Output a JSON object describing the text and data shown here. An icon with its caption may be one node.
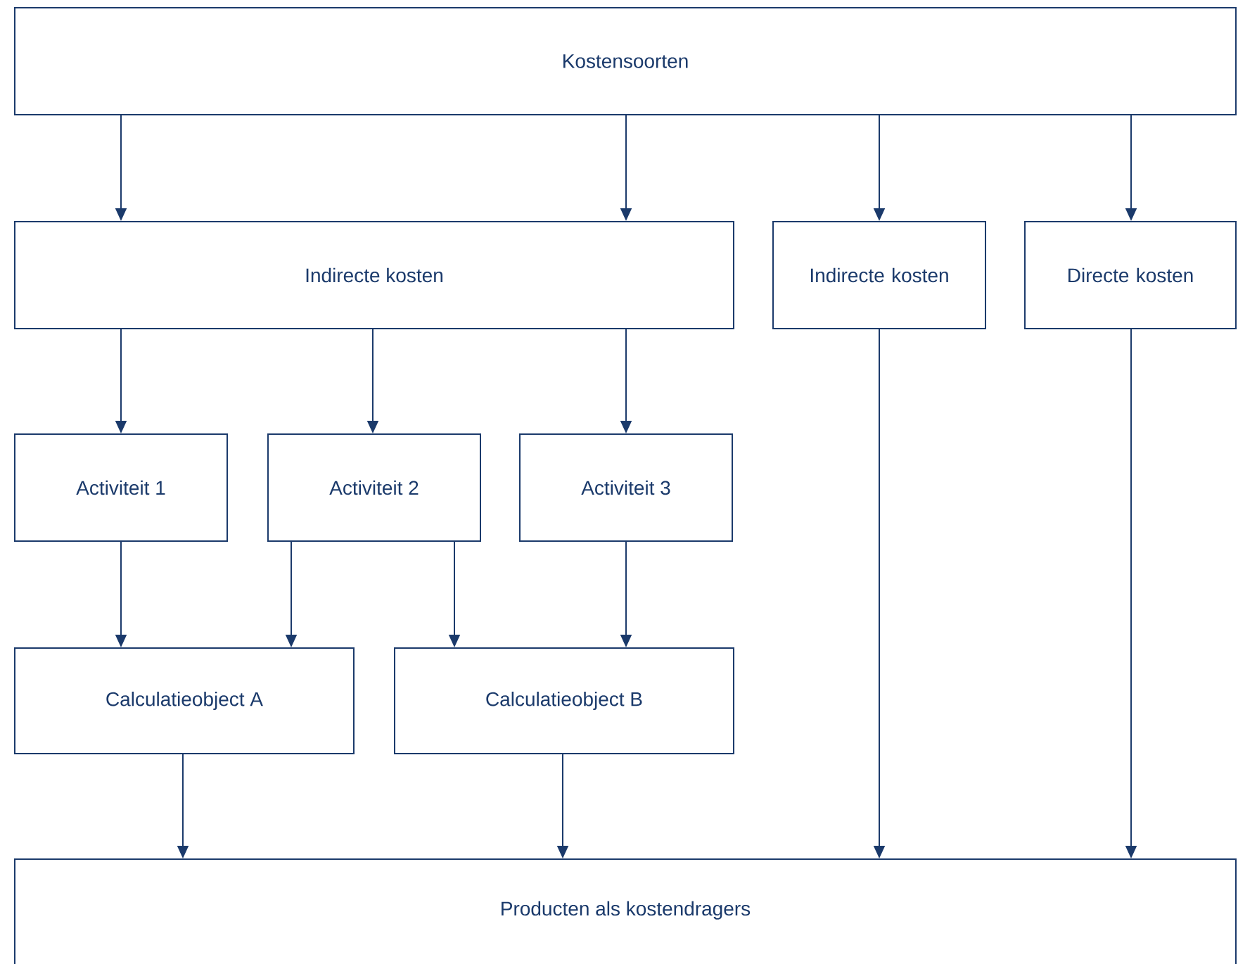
{
  "diagram": {
    "nodes": [
      {
        "text": [
          "Kostensoorten"
        ]
      },
      {
        "text": [
          "Indirecte kosten"
        ]
      },
      {
        "text": [
          "Indirecte kosten"
        ]
      },
      {
        "text": [
          "Directe kosten"
        ]
      },
      {
        "text": [
          "Activiteit 1"
        ]
      },
      {
        "text": [
          "Activiteit 2"
        ]
      },
      {
        "text": [
          "Activiteit 3"
        ]
      },
      {
        "text": [
          "Calculatieobject A"
        ]
      },
      {
        "text": [
          "Calculatieobject B"
        ]
      },
      {
        "text": [
          "Producten als kostendragers"
        ]
      }
    ],
    "edges": [
      {
        "from": 0,
        "to": 1,
        "arrow": "to"
      },
      {
        "from": 0,
        "to": 1,
        "arrow": "to"
      },
      {
        "from": 0,
        "to": 2,
        "arrow": "to"
      },
      {
        "from": 0,
        "to": 3,
        "arrow": "to"
      },
      {
        "from": 1,
        "to": 4,
        "arrow": "to"
      },
      {
        "from": 1,
        "to": 5,
        "arrow": "to"
      },
      {
        "from": 1,
        "to": 6,
        "arrow": "to"
      },
      {
        "from": 4,
        "to": 7,
        "arrow": "to"
      },
      {
        "from": 5,
        "to": 7,
        "arrow": "to"
      },
      {
        "from": 5,
        "to": 8,
        "arrow": "to"
      },
      {
        "from": 6,
        "to": 8,
        "arrow": "to"
      },
      {
        "from": 7,
        "to": 9,
        "arrow": "to"
      },
      {
        "from": 8,
        "to": 9,
        "arrow": "to"
      },
      {
        "from": 2,
        "to": 9,
        "arrow": "to"
      },
      {
        "from": 3,
        "to": 9,
        "arrow": "to"
      }
    ]
  }
}
